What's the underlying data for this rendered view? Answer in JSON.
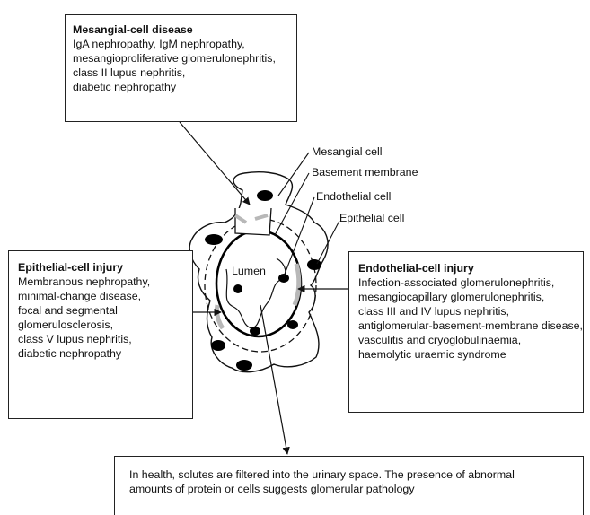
{
  "mesangial_box": {
    "title": "Mesangial-cell disease",
    "lines": [
      "IgA nephropathy, IgM nephropathy,",
      "mesangioproliferative glomerulonephritis,",
      "class II lupus nephritis,",
      "diabetic nephropathy"
    ]
  },
  "epithelial_box": {
    "title": "Epithelial-cell injury",
    "lines": [
      "Membranous nephropathy,",
      "minimal-change disease,",
      "focal and segmental",
      "glomerulosclerosis,",
      "class V lupus nephritis,",
      "diabetic nephropathy"
    ]
  },
  "endothelial_box": {
    "title": "Endothelial-cell injury",
    "lines": [
      "Infection-associated glomerulonephritis,",
      "mesangiocapillary glomerulonephritis,",
      "class III and IV lupus nephritis,",
      "antiglomerular-basement-membrane disease,",
      "vasculitis and cryoglobulinaemia,",
      "haemolytic uraemic syndrome"
    ]
  },
  "health_box": {
    "lines": [
      "In health, solutes are filtered into the urinary space. The presence of abnormal",
      "amounts of protein or cells suggests glomerular pathology"
    ]
  },
  "labels": {
    "mesangial_cell": "Mesangial cell",
    "basement_membrane": "Basement membrane",
    "endothelial_cell": "Endothelial cell",
    "epithelial_cell": "Epithelial cell",
    "lumen": "Lumen"
  },
  "colors": {
    "line": "#111111",
    "highlight": "#b8b8b8",
    "background": "#ffffff"
  }
}
